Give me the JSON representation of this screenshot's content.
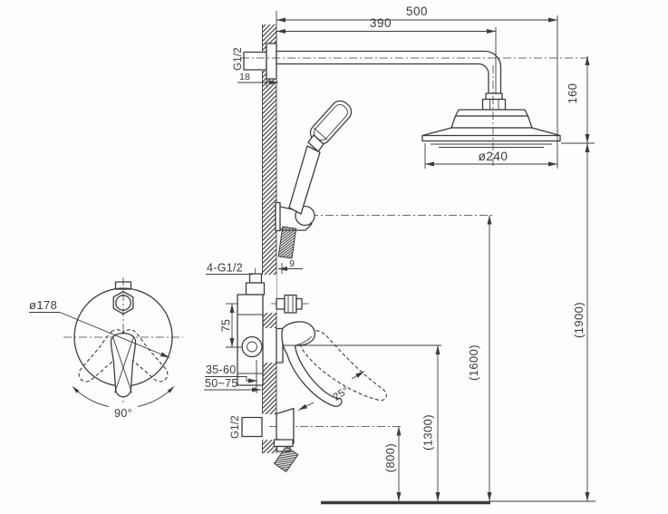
{
  "drawing": {
    "type": "shower-system-installation-dimension-drawing",
    "colors": {
      "line": "#3c3c3c",
      "text": "#3a3a3a",
      "background": "#fdfdfd"
    },
    "labels": {
      "width_overall": "500",
      "arm_length": "390",
      "arm_thread": "G1/2",
      "flange_thickness": "18",
      "head_drop_height": "160",
      "head_diameter": "ø240",
      "overall_height": "(1900)",
      "handshower_height": "(1600)",
      "mixer_height": "(1300)",
      "outlet_height": "(800)",
      "connections": "4-G1/2",
      "wall_offset": "9",
      "port_spacing": "75",
      "mount_depth_min": "35-60",
      "mount_depth_max": "50~75",
      "handle_tilt_angle": "25°",
      "outlet_thread": "G1/2",
      "trim_plate_diameter": "ø178",
      "handle_swing_angle": "90°"
    }
  }
}
